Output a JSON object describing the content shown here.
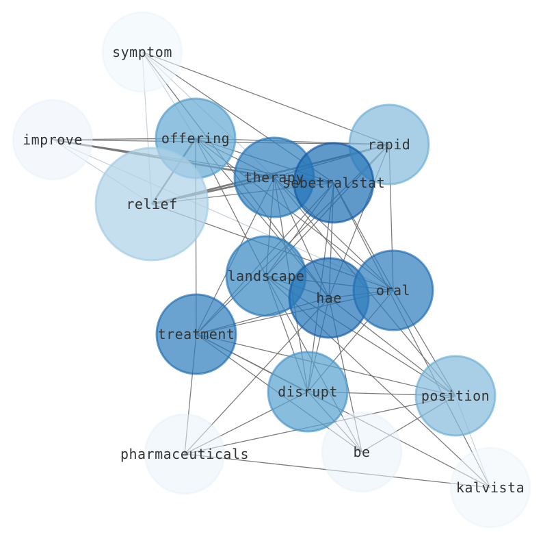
{
  "graph": {
    "nodes": [
      {
        "id": "symptom",
        "label": "symptom",
        "weight": 0.05
      },
      {
        "id": "improve",
        "label": "improve",
        "weight": 0.06
      },
      {
        "id": "offering",
        "label": "offering",
        "weight": 0.62
      },
      {
        "id": "rapid",
        "label": "rapid",
        "weight": 0.52
      },
      {
        "id": "therapy",
        "label": "therapy",
        "weight": 0.8
      },
      {
        "id": "sebetralstat",
        "label": "sebetralstat",
        "weight": 0.88
      },
      {
        "id": "relief",
        "label": "relief",
        "weight": 0.36
      },
      {
        "id": "landscape",
        "label": "landscape",
        "weight": 0.78
      },
      {
        "id": "hae",
        "label": "hae",
        "weight": 0.86
      },
      {
        "id": "oral",
        "label": "oral",
        "weight": 0.82
      },
      {
        "id": "treatment",
        "label": "treatment",
        "weight": 0.82
      },
      {
        "id": "disrupt",
        "label": "disrupt",
        "weight": 0.66
      },
      {
        "id": "position",
        "label": "position",
        "weight": 0.52
      },
      {
        "id": "pharmaceuticals",
        "label": "pharmaceuticals",
        "weight": 0.07
      },
      {
        "id": "be",
        "label": "be",
        "weight": 0.07
      },
      {
        "id": "kalvista",
        "label": "kalvista",
        "weight": 0.04
      }
    ],
    "edges": [
      [
        "symptom",
        "relief",
        "faint"
      ],
      [
        "symptom",
        "rapid"
      ],
      [
        "symptom",
        "sebetralstat"
      ],
      [
        "symptom",
        "therapy",
        "faint"
      ],
      [
        "symptom",
        "hae"
      ],
      [
        "symptom",
        "offering",
        "faint"
      ],
      [
        "improve",
        "offering"
      ],
      [
        "improve",
        "rapid"
      ],
      [
        "improve",
        "therapy",
        "thick"
      ],
      [
        "improve",
        "sebetralstat"
      ],
      [
        "improve",
        "relief",
        "faint"
      ],
      [
        "improve",
        "oral",
        "faint"
      ],
      [
        "offering",
        "relief",
        "thick"
      ],
      [
        "offering",
        "rapid"
      ],
      [
        "offering",
        "therapy"
      ],
      [
        "offering",
        "sebetralstat"
      ],
      [
        "offering",
        "treatment"
      ],
      [
        "offering",
        "oral"
      ],
      [
        "offering",
        "hae"
      ],
      [
        "offering",
        "landscape"
      ],
      [
        "rapid",
        "relief",
        "thick"
      ],
      [
        "rapid",
        "therapy"
      ],
      [
        "rapid",
        "oral"
      ],
      [
        "rapid",
        "landscape"
      ],
      [
        "rapid",
        "treatment"
      ],
      [
        "rapid",
        "hae"
      ],
      [
        "therapy",
        "relief",
        "thick"
      ],
      [
        "therapy",
        "sebetralstat"
      ],
      [
        "therapy",
        "landscape"
      ],
      [
        "therapy",
        "treatment"
      ],
      [
        "therapy",
        "oral"
      ],
      [
        "therapy",
        "position"
      ],
      [
        "therapy",
        "disrupt"
      ],
      [
        "therapy",
        "hae"
      ],
      [
        "sebetralstat",
        "relief"
      ],
      [
        "sebetralstat",
        "landscape"
      ],
      [
        "sebetralstat",
        "oral"
      ],
      [
        "sebetralstat",
        "hae"
      ],
      [
        "sebetralstat",
        "treatment"
      ],
      [
        "sebetralstat",
        "disrupt"
      ],
      [
        "sebetralstat",
        "kalvista"
      ],
      [
        "relief",
        "oral"
      ],
      [
        "landscape",
        "hae"
      ],
      [
        "landscape",
        "oral"
      ],
      [
        "landscape",
        "disrupt"
      ],
      [
        "landscape",
        "be"
      ],
      [
        "landscape",
        "kalvista"
      ],
      [
        "landscape",
        "position"
      ],
      [
        "hae",
        "oral"
      ],
      [
        "hae",
        "treatment"
      ],
      [
        "hae",
        "disrupt"
      ],
      [
        "hae",
        "position"
      ],
      [
        "hae",
        "be"
      ],
      [
        "hae",
        "pharmaceuticals"
      ],
      [
        "oral",
        "treatment"
      ],
      [
        "oral",
        "disrupt"
      ],
      [
        "oral",
        "position"
      ],
      [
        "treatment",
        "disrupt"
      ],
      [
        "treatment",
        "position"
      ],
      [
        "treatment",
        "be"
      ],
      [
        "treatment",
        "kalvista"
      ],
      [
        "treatment",
        "pharmaceuticals"
      ],
      [
        "disrupt",
        "position"
      ],
      [
        "disrupt",
        "be"
      ],
      [
        "disrupt",
        "pharmaceuticals"
      ],
      [
        "position",
        "pharmaceuticals"
      ],
      [
        "position",
        "be"
      ],
      [
        "position",
        "kalvista",
        "faint"
      ],
      [
        "pharmaceuticals",
        "kalvista"
      ]
    ]
  },
  "colors": {
    "edge": "#6e6e6e",
    "edge_faint": "#c4cfd8",
    "label": "#333333"
  }
}
